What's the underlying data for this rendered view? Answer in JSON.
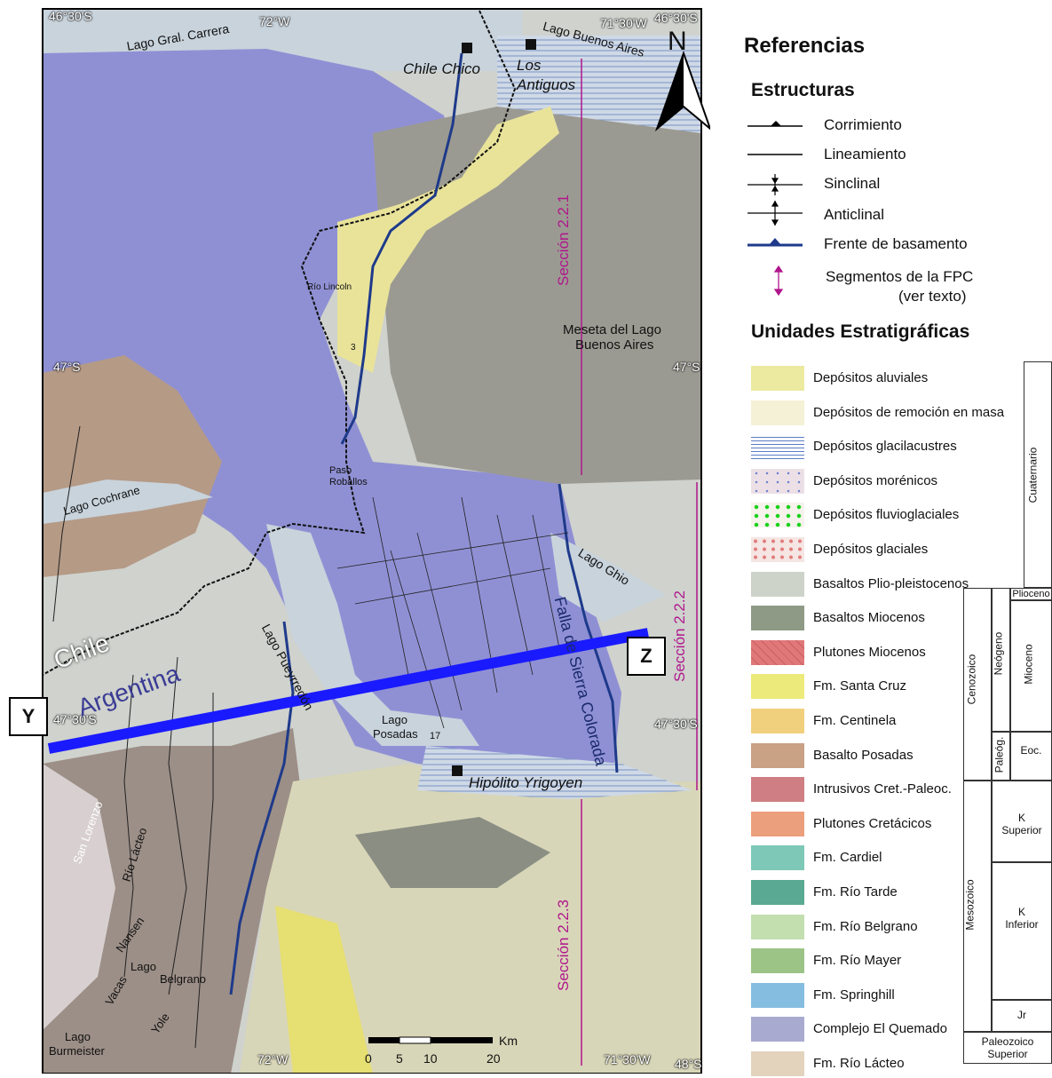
{
  "map": {
    "coordinates": {
      "nw_lon": "46°30'S",
      "lon_72_top": "72°W",
      "lon_7130_top": "71°30'W",
      "ne_lat": "46°30'S",
      "lat_47_left": "47°S",
      "lat_47_right": "47°S",
      "lat_4730_left": "47°30'S",
      "lat_4730_right": "47°30'S",
      "lon_72_bottom": "72°W",
      "lon_7130_bottom": "71°30'W",
      "se_lat": "48°S"
    },
    "places": {
      "lago_gral_carrera": "Lago Gral. Carrera",
      "lago_buenos_aires": "Lago Buenos Aires",
      "chile_chico": "Chile Chico",
      "los_antiguos_1": "Los",
      "los_antiguos_2": "Antiguos",
      "rio_lincoln": "Río Lincoln",
      "num_3": "3",
      "meseta_1": "Meseta del Lago",
      "meseta_2": "Buenos Aires",
      "paso_1": "Paso",
      "paso_2": "Roballos",
      "lago_cochrane": "Lago Cochrane",
      "lago_pueyrredon": "Lago Pueyrredón",
      "lago_ghio": "Lago Ghio",
      "falla": "Falla de Sierra Colorada",
      "chile": "Chile",
      "argentina": "Argentina",
      "lago_posadas_1": "Lago",
      "lago_posadas_2": "Posadas",
      "num_17": "17",
      "hipolito": "Hipólito Yrigoyen",
      "san_lorenzo": "San Lorenzo",
      "rio_lacteo": "Río Lácteo",
      "nansen": "Nansen",
      "vacas": "Vacas",
      "lago_belgrano_1": "Lago",
      "lago_belgrano_2": "Belgrano",
      "yole": "Yole",
      "lago_burmeister_1": "Lago",
      "lago_burmeister_2": "Burmeister"
    },
    "sections": {
      "s221": "Sección 2.2.1",
      "s222": "Sección 2.2.2",
      "s223": "Sección 2.2.3"
    },
    "north": "N",
    "scale": {
      "ticks": [
        "0",
        "5",
        "10",
        "20"
      ],
      "unit": "Km"
    },
    "profile": {
      "start": "Y",
      "end": "Z",
      "color": "#1a1aff"
    }
  },
  "legend": {
    "title": "Referencias",
    "structures_title": "Estructuras",
    "structures": [
      {
        "icon": "thrust-symbol",
        "label": "Corrimiento"
      },
      {
        "icon": "lineament-symbol",
        "label": "Lineamiento"
      },
      {
        "icon": "syncline-symbol",
        "label": "Sinclinal"
      },
      {
        "icon": "anticline-symbol",
        "label": "Anticlinal"
      },
      {
        "icon": "basement-front-symbol",
        "label": "Frente de basamento"
      },
      {
        "icon": "fpc-segment-symbol",
        "label": "Segmentos de la FPC"
      }
    ],
    "structures_note": "(ver texto)",
    "units_title": "Unidades Estratigráficas",
    "units": [
      {
        "label": "Depósitos aluviales",
        "color": "#ece9a0"
      },
      {
        "label": "Depósitos de remoción en masa",
        "color": "#f4f1d6"
      },
      {
        "label": "Depósitos glacilacustres",
        "color": "#ffffff"
      },
      {
        "label": "Depósitos morénicos",
        "color": "#ece0e6"
      },
      {
        "label": "Depósitos fluvioglaciales",
        "color": "#f7f3ec"
      },
      {
        "label": "Depósitos glaciales",
        "color": "#f5e5e3"
      },
      {
        "label": "Basaltos Plio-pleistocenos",
        "color": "#cdd3c8"
      },
      {
        "label": "Basaltos Miocenos",
        "color": "#8e9a86"
      },
      {
        "label": "Plutones Miocenos",
        "color": "#e0787a"
      },
      {
        "label": "Fm. Santa Cruz",
        "color": "#ecea7a"
      },
      {
        "label": "Fm. Centinela",
        "color": "#f1d07d"
      },
      {
        "label": "Basalto Posadas",
        "color": "#c9a185"
      },
      {
        "label": "Intrusivos Cret.-Paleoc.",
        "color": "#cf7f84"
      },
      {
        "label": "Plutones Cretácicos",
        "color": "#ec9f7d"
      },
      {
        "label": "Fm. Cardiel",
        "color": "#7ec8b8"
      },
      {
        "label": "Fm. Río Tarde",
        "color": "#5aa992"
      },
      {
        "label": "Fm. Río Belgrano",
        "color": "#c3dfb0"
      },
      {
        "label": "Fm. Río Mayer",
        "color": "#9cc487"
      },
      {
        "label": "Fm. Springhill",
        "color": "#85bde0"
      },
      {
        "label": "Complejo El Quemado",
        "color": "#a8aad0"
      },
      {
        "label": "Fm. Río Lácteo",
        "color": "#e3d3bd"
      }
    ],
    "chronology": {
      "cuaternario": "Cuaternario",
      "plioceno": "Plioceno",
      "cenozoico": "Cenozoico",
      "neogeno": "Neógeno",
      "mioceno": "Mioceno",
      "paleog": "Paleóg.",
      "eoc": "Eoc.",
      "mesozoico": "Mesozoico",
      "k_sup_1": "K",
      "k_sup_2": "Superior",
      "k_inf_1": "K",
      "k_inf_2": "Inferior",
      "jr": "Jr",
      "paleozoico_1": "Paleozoico",
      "paleozoico_2": "Superior"
    }
  }
}
